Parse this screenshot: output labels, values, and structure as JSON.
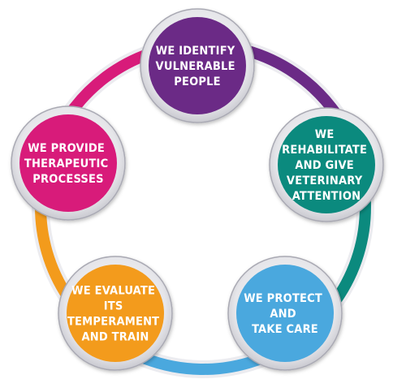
{
  "diagram": {
    "type": "cycle",
    "colors": {
      "purple": "#6b2a86",
      "teal": "#0b8a7e",
      "blue": "#4aa8de",
      "orange": "#f39b1c",
      "magenta": "#d81b7a",
      "ring_border": "#d4d4d8",
      "ring_outline": "#a9a9b3"
    },
    "nodes": [
      {
        "id": "identify",
        "color": "purple",
        "lines": [
          "WE IDENTIFY",
          "VULNERABLE",
          "PEOPLE"
        ]
      },
      {
        "id": "rehabilitate",
        "color": "teal",
        "lines": [
          "WE",
          "REHABILITATE",
          "AND GIVE",
          "VETERINARY",
          "ATTENTION"
        ]
      },
      {
        "id": "protect",
        "color": "blue",
        "lines": [
          "WE PROTECT",
          "AND",
          "TAKE CARE"
        ]
      },
      {
        "id": "evaluate",
        "color": "orange",
        "lines": [
          "WE EVALUATE",
          "ITS",
          "TEMPERAMENT",
          "AND TRAIN"
        ]
      },
      {
        "id": "therapeutic",
        "color": "magenta",
        "lines": [
          "WE PROVIDE",
          "THERAPEUTIC",
          "PROCESSES"
        ]
      }
    ]
  }
}
